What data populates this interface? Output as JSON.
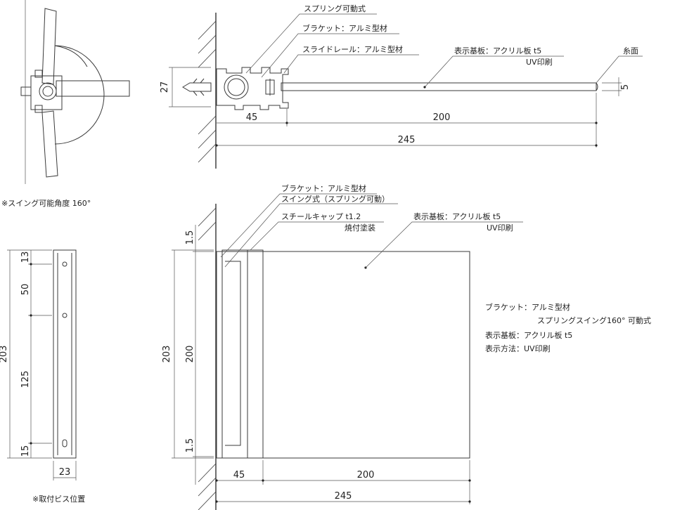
{
  "top_view": {
    "callouts": {
      "spring": "スプリング可動式",
      "bracket": "ブラケット：アルミ型材",
      "slide_rail": "スライドレール：アルミ型材",
      "panel_line1": "表示基板：アクリル板 t5",
      "panel_line2": "UV印刷",
      "thread_face": "糸面"
    },
    "dims": {
      "depth": "27",
      "bracket": "45",
      "panel": "200",
      "total": "245",
      "thickness": "5"
    }
  },
  "swing_view": {
    "note": "※スイング可能角度 160°"
  },
  "side_view": {
    "dims": {
      "total": "203",
      "top_gap": "13",
      "hole_pitch": "50",
      "lower": "125",
      "bottom": "15",
      "width": "23"
    },
    "note": "※取付ビス位置"
  },
  "front_view": {
    "callouts": {
      "bracket_line1": "ブラケット：アルミ型材",
      "bracket_line2": "スイング式（スプリング可動）",
      "cap_line1": "スチールキャップ t1.2",
      "cap_line2": "焼付塗装",
      "panel_line1": "表示基板：アクリル板 t5",
      "panel_line2": "UV印刷"
    },
    "dims": {
      "total": "203",
      "inner": "200",
      "top_gap": "1.5",
      "bottom_gap": "1.5",
      "bracket": "45",
      "panel": "200",
      "overall": "245"
    }
  },
  "spec": {
    "line1": "ブラケット：アルミ型材",
    "line2": "スプリングスイング160° 可動式",
    "line3": "表示基板：アクリル板 t5",
    "line4": "表示方法：UV印刷"
  }
}
